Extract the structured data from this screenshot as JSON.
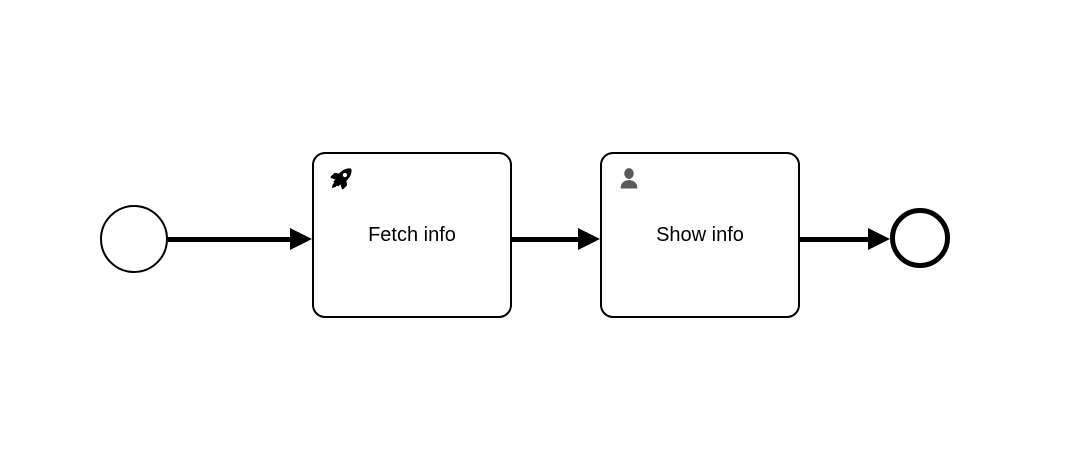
{
  "diagram": {
    "type": "bpmn-process",
    "background_color": "#ffffff",
    "stroke_color": "#000000",
    "title": ""
  },
  "nodes": {
    "start_event": {
      "name": "start-event",
      "label": "",
      "shape": "circle",
      "border_style": "thin"
    },
    "task_fetch": {
      "label": "Fetch info",
      "icon": "rocket-icon",
      "icon_color": "#000000",
      "task_type": "service-task"
    },
    "task_show": {
      "label": "Show info",
      "icon": "user-icon",
      "icon_color": "#5a5a5a",
      "task_type": "user-task"
    },
    "end_event": {
      "name": "end-event",
      "label": "",
      "shape": "circle",
      "border_style": "thick"
    }
  },
  "flows": [
    {
      "name": "flow-start-to-fetch",
      "label": ""
    },
    {
      "name": "flow-fetch-to-show",
      "label": ""
    },
    {
      "name": "flow-show-to-end",
      "label": ""
    }
  ]
}
